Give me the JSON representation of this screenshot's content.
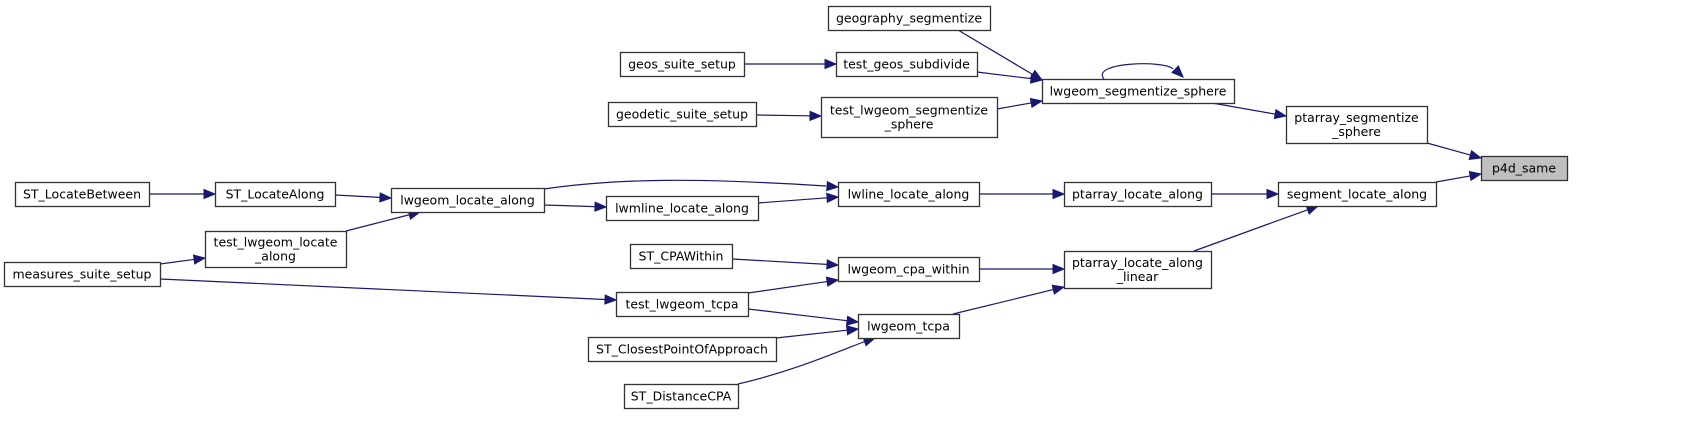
{
  "graph": {
    "type": "caller-graph",
    "colors": {
      "edge": "#191970",
      "node_border": "#333333",
      "root_fill": "#bfbfbf",
      "node_fill": "#ffffff"
    },
    "nodes": [
      {
        "id": "p4d_same",
        "lines": [
          "p4d_same"
        ],
        "root": true
      },
      {
        "id": "ptarray_segmentize_sphere",
        "lines": [
          "ptarray_segmentize",
          "_sphere"
        ]
      },
      {
        "id": "segment_locate_along",
        "lines": [
          "segment_locate_along"
        ]
      },
      {
        "id": "lwgeom_segmentize_sphere",
        "lines": [
          "lwgeom_segmentize_sphere"
        ]
      },
      {
        "id": "ptarray_locate_along",
        "lines": [
          "ptarray_locate_along"
        ]
      },
      {
        "id": "ptarray_locate_along_linear",
        "lines": [
          "ptarray_locate_along",
          "_linear"
        ]
      },
      {
        "id": "geography_segmentize",
        "lines": [
          "geography_segmentize"
        ]
      },
      {
        "id": "test_geos_subdivide",
        "lines": [
          "test_geos_subdivide"
        ]
      },
      {
        "id": "test_lwgeom_segmentize_sphere",
        "lines": [
          "test_lwgeom_segmentize",
          "_sphere"
        ]
      },
      {
        "id": "lwline_locate_along",
        "lines": [
          "lwline_locate_along"
        ]
      },
      {
        "id": "lwgeom_cpa_within",
        "lines": [
          "lwgeom_cpa_within"
        ]
      },
      {
        "id": "lwgeom_tcpa",
        "lines": [
          "lwgeom_tcpa"
        ]
      },
      {
        "id": "geos_suite_setup",
        "lines": [
          "geos_suite_setup"
        ]
      },
      {
        "id": "geodetic_suite_setup",
        "lines": [
          "geodetic_suite_setup"
        ]
      },
      {
        "id": "lwgeom_locate_along",
        "lines": [
          "lwgeom_locate_along"
        ]
      },
      {
        "id": "lwmline_locate_along",
        "lines": [
          "lwmline_locate_along"
        ]
      },
      {
        "id": "ST_CPAWithin",
        "lines": [
          "ST_CPAWithin"
        ]
      },
      {
        "id": "test_lwgeom_tcpa",
        "lines": [
          "test_lwgeom_tcpa"
        ]
      },
      {
        "id": "ST_ClosestPointOfApproach",
        "lines": [
          "ST_ClosestPointOfApproach"
        ]
      },
      {
        "id": "ST_DistanceCPA",
        "lines": [
          "ST_DistanceCPA"
        ]
      },
      {
        "id": "ST_LocateAlong",
        "lines": [
          "ST_LocateAlong"
        ]
      },
      {
        "id": "test_lwgeom_locate_along",
        "lines": [
          "test_lwgeom_locate",
          "_along"
        ]
      },
      {
        "id": "ST_LocateBetween",
        "lines": [
          "ST_LocateBetween"
        ]
      },
      {
        "id": "measures_suite_setup",
        "lines": [
          "measures_suite_setup"
        ]
      }
    ],
    "edges": [
      {
        "from": "ptarray_segmentize_sphere",
        "to": "p4d_same"
      },
      {
        "from": "segment_locate_along",
        "to": "p4d_same"
      },
      {
        "from": "lwgeom_segmentize_sphere",
        "to": "ptarray_segmentize_sphere"
      },
      {
        "from": "lwgeom_segmentize_sphere",
        "to": "lwgeom_segmentize_sphere"
      },
      {
        "from": "geography_segmentize",
        "to": "lwgeom_segmentize_sphere"
      },
      {
        "from": "test_geos_subdivide",
        "to": "lwgeom_segmentize_sphere"
      },
      {
        "from": "test_lwgeom_segmentize_sphere",
        "to": "lwgeom_segmentize_sphere"
      },
      {
        "from": "geos_suite_setup",
        "to": "test_geos_subdivide"
      },
      {
        "from": "geodetic_suite_setup",
        "to": "test_lwgeom_segmentize_sphere"
      },
      {
        "from": "ptarray_locate_along",
        "to": "segment_locate_along"
      },
      {
        "from": "ptarray_locate_along_linear",
        "to": "segment_locate_along"
      },
      {
        "from": "lwline_locate_along",
        "to": "ptarray_locate_along"
      },
      {
        "from": "lwgeom_locate_along",
        "to": "lwline_locate_along"
      },
      {
        "from": "lwmline_locate_along",
        "to": "lwline_locate_along"
      },
      {
        "from": "lwgeom_locate_along",
        "to": "lwmline_locate_along"
      },
      {
        "from": "ST_LocateAlong",
        "to": "lwgeom_locate_along"
      },
      {
        "from": "test_lwgeom_locate_along",
        "to": "lwgeom_locate_along"
      },
      {
        "from": "ST_LocateBetween",
        "to": "ST_LocateAlong"
      },
      {
        "from": "measures_suite_setup",
        "to": "test_lwgeom_locate_along"
      },
      {
        "from": "measures_suite_setup",
        "to": "test_lwgeom_tcpa"
      },
      {
        "from": "lwgeom_cpa_within",
        "to": "ptarray_locate_along_linear"
      },
      {
        "from": "lwgeom_tcpa",
        "to": "ptarray_locate_along_linear"
      },
      {
        "from": "ST_CPAWithin",
        "to": "lwgeom_cpa_within"
      },
      {
        "from": "test_lwgeom_tcpa",
        "to": "lwgeom_cpa_within"
      },
      {
        "from": "test_lwgeom_tcpa",
        "to": "lwgeom_tcpa"
      },
      {
        "from": "ST_ClosestPointOfApproach",
        "to": "lwgeom_tcpa"
      },
      {
        "from": "ST_DistanceCPA",
        "to": "lwgeom_tcpa"
      }
    ]
  }
}
